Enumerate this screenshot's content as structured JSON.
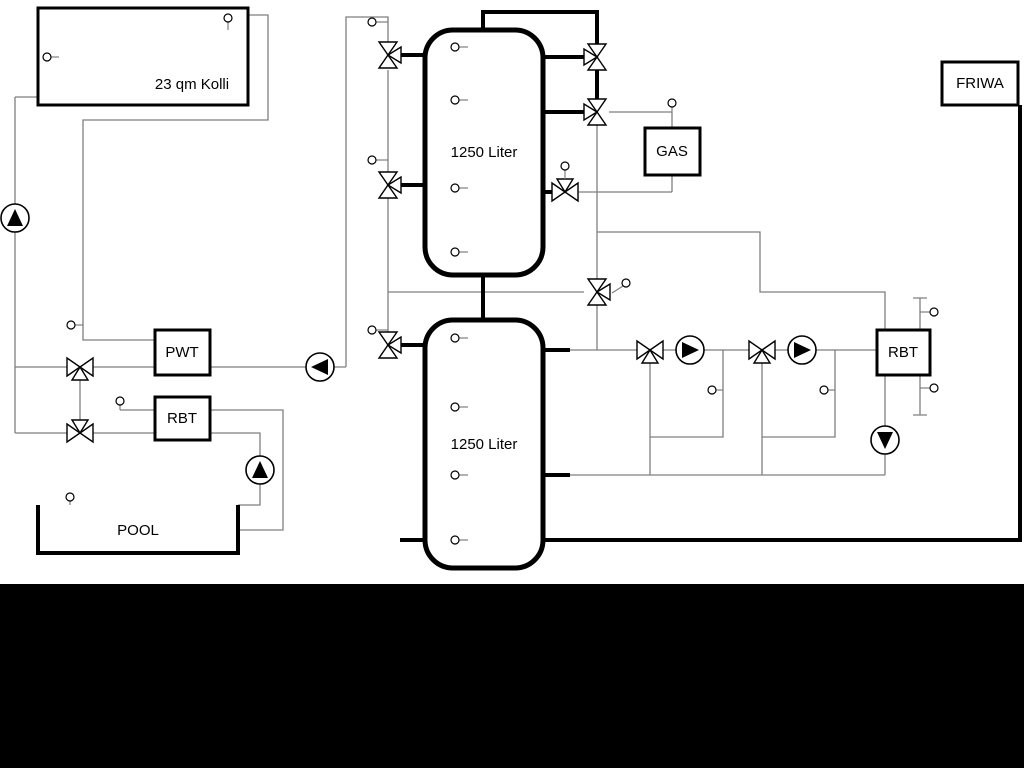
{
  "diagram": {
    "collector": {
      "label": "23 qm Kolli"
    },
    "buffer_tank_top": {
      "label": "1250 Liter"
    },
    "buffer_tank_bottom": {
      "label": "1250 Liter"
    },
    "gas_boiler": {
      "label": "GAS"
    },
    "friwa_station": {
      "label": "FRIWA"
    },
    "pool_plate_heat_exchanger": {
      "label": "PWT"
    },
    "pool_tube_heat_exchanger": {
      "label": "RBT"
    },
    "dhw_tube_heat_exchanger": {
      "label": "RBT"
    },
    "pool": {
      "label": "POOL"
    },
    "colors": {
      "pipe_thin": "#7f7f7f",
      "pipe_thick": "#000000",
      "component_stroke": "#000000",
      "component_fill": "#ffffff",
      "background": "#ffffff",
      "letterbox": "#000000"
    }
  }
}
